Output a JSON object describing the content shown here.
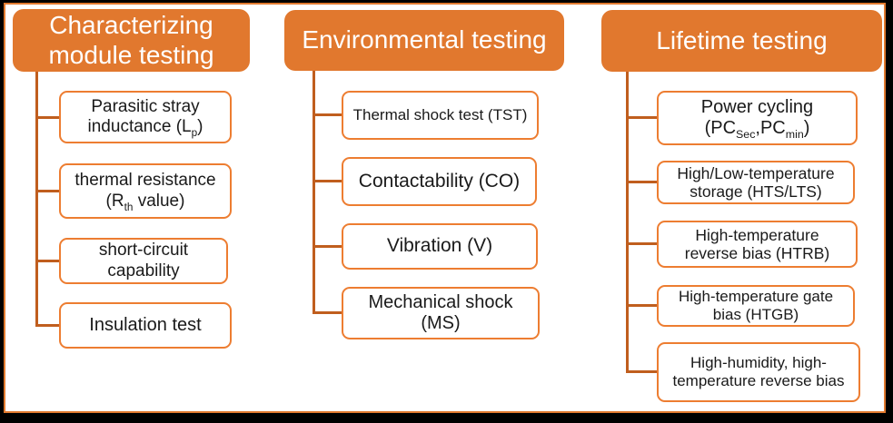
{
  "colors": {
    "header_fill": "#E1782E",
    "header_text": "#FFFFFF",
    "box_border": "#ED7D31",
    "box_fill": "#FFFFFF",
    "box_text": "#1A1A1A",
    "connector": "#C05E1E",
    "frame_border": "#E27A2F",
    "outer_bg": "#000000",
    "panel_bg": "#FFFFFF"
  },
  "columns": [
    {
      "title": "Characterizing module testing",
      "items": [
        {
          "segments": [
            {
              "text": "Parasitic stray inductance (L"
            },
            {
              "text": "p",
              "sub": true
            },
            {
              "text": ")"
            }
          ]
        },
        {
          "segments": [
            {
              "text": "thermal resistance (R"
            },
            {
              "text": "th",
              "sub": true
            },
            {
              "text": " value)"
            }
          ]
        },
        {
          "segments": [
            {
              "text": "short-circuit capability"
            }
          ]
        },
        {
          "segments": [
            {
              "text": "Insulation test"
            }
          ]
        }
      ]
    },
    {
      "title": "Environmental testing",
      "items": [
        {
          "segments": [
            {
              "text": "Thermal shock test (TST)"
            }
          ]
        },
        {
          "segments": [
            {
              "text": "Contactability (CO)"
            }
          ]
        },
        {
          "segments": [
            {
              "text": "Vibration (V)"
            }
          ]
        },
        {
          "segments": [
            {
              "text": "Mechanical shock (MS)"
            }
          ]
        }
      ]
    },
    {
      "title": "Lifetime testing",
      "items": [
        {
          "segments": [
            {
              "text": "Power cycling (PC"
            },
            {
              "text": "Sec",
              "sub": true
            },
            {
              "text": ",PC"
            },
            {
              "text": "min",
              "sub": true
            },
            {
              "text": ")"
            }
          ]
        },
        {
          "segments": [
            {
              "text": "High/Low-temperature storage (HTS/LTS)"
            }
          ]
        },
        {
          "segments": [
            {
              "text": "High-temperature reverse bias (HTRB)"
            }
          ]
        },
        {
          "segments": [
            {
              "text": "High-temperature gate bias (HTGB)"
            }
          ]
        },
        {
          "segments": [
            {
              "text": "High-humidity, high-temperature reverse bias"
            }
          ]
        }
      ]
    }
  ]
}
